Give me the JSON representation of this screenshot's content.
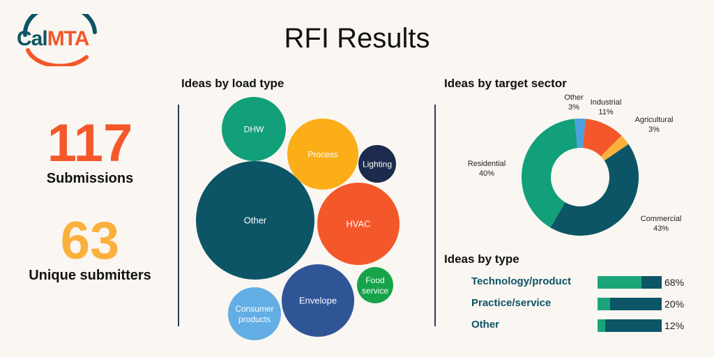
{
  "header": {
    "title": "RFI Results",
    "logo": {
      "part1": "Cal",
      "part2": "MTA",
      "color1": "#0c5566",
      "color2": "#f4572a"
    }
  },
  "stats": [
    {
      "value": "117",
      "label": "Submissions",
      "color": "#f4572a"
    },
    {
      "value": "63",
      "label": "Unique submitters",
      "color": "#fbb03b"
    }
  ],
  "chart_data": [
    {
      "type": "bubble",
      "title": "Ideas by load type",
      "categories": [
        "Other",
        "HVAC",
        "Process",
        "Envelope",
        "DHW",
        "Consumer products",
        "Lighting",
        "Food service"
      ],
      "colors": [
        "#0c5566",
        "#f4572a",
        "#fbae17",
        "#2f5597",
        "#11a079",
        "#62aee5",
        "#1c2b4d",
        "#16a34a"
      ]
    },
    {
      "type": "pie",
      "title": "Ideas by target sector",
      "categories": [
        "Other",
        "Industrial",
        "Agricultural",
        "Commercial",
        "Residential"
      ],
      "values": [
        3,
        11,
        3,
        43,
        40
      ],
      "labels": [
        "3%",
        "11%",
        "3%",
        "43%",
        "40%"
      ],
      "colors": [
        "#4aa3df",
        "#f4572a",
        "#fbb03b",
        "#0c5566",
        "#11a079"
      ]
    },
    {
      "type": "bar",
      "title": "Ideas by type",
      "categories": [
        "Technology/product",
        "Practice/service",
        "Other"
      ],
      "values": [
        68,
        20,
        12
      ],
      "labels": [
        "68%",
        "20%",
        "12%"
      ],
      "colors": {
        "fill": "#1aa579",
        "track": "#0c5566"
      }
    }
  ]
}
